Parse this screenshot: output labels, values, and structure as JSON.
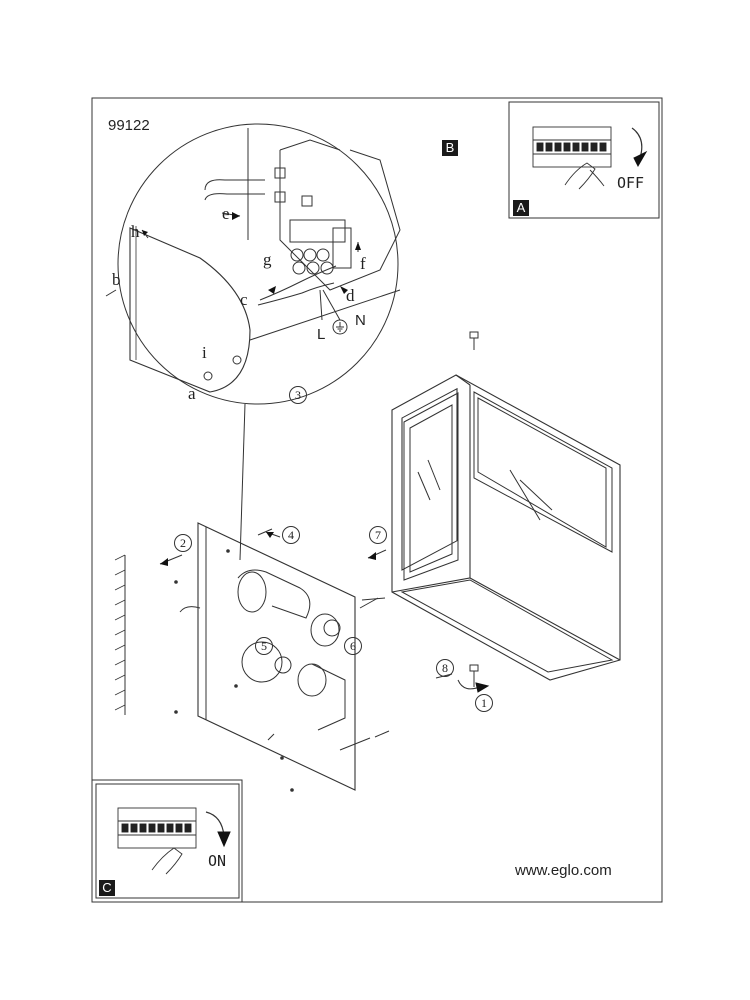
{
  "document": {
    "product_number": "99122",
    "website": "www.eglo.com"
  },
  "panels": {
    "a": {
      "letter": "A",
      "switch_label": "OFF"
    },
    "b": {
      "letter": "B"
    },
    "c": {
      "letter": "C",
      "switch_label": "ON"
    }
  },
  "detail_letters": [
    "e",
    "h",
    "b",
    "g",
    "f",
    "c",
    "d",
    "N",
    "L",
    "i",
    "a"
  ],
  "steps": [
    "1",
    "2",
    "3",
    "4",
    "5",
    "6",
    "7",
    "8"
  ]
}
